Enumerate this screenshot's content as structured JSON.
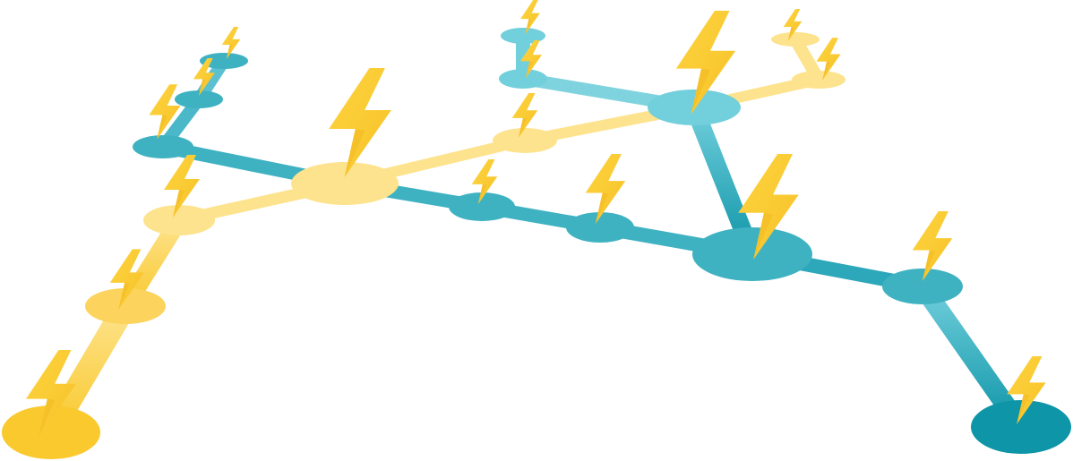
{
  "colors": {
    "background": "#ffffff",
    "teal_dark": "#0e95a8",
    "teal_mid": "#3fb2c2",
    "teal_light": "#72cfdc",
    "yellow_dark": "#f9c92e",
    "yellow_mid": "#fcd35c",
    "yellow_light": "#fde38d",
    "bolt": "#fccc2c",
    "bolt_shade": "#f3b821"
  },
  "icons": {
    "node_marker": "lightning-bolt-icon"
  },
  "network": {
    "lines": [
      {
        "name": "teal-main-line",
        "color": "teal"
      },
      {
        "name": "teal-branch-line",
        "color": "teal"
      },
      {
        "name": "yellow-main-line",
        "color": "yellow"
      },
      {
        "name": "yellow-branch-line",
        "color": "yellow"
      }
    ]
  }
}
